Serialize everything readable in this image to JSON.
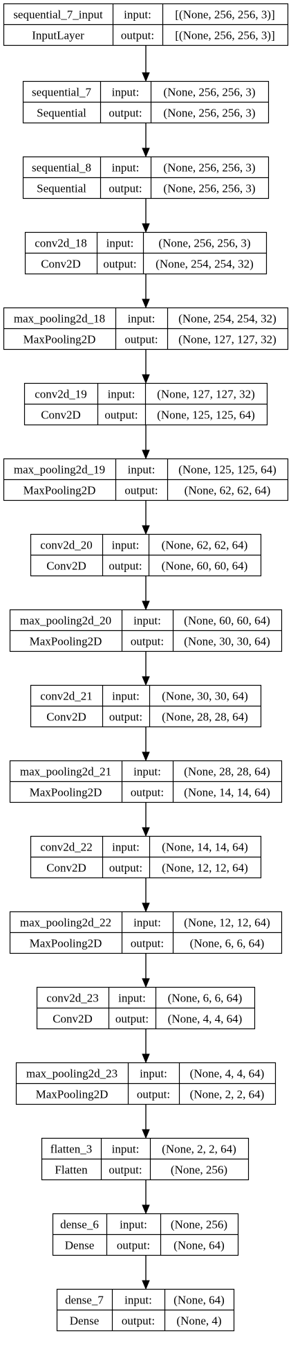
{
  "layers": [
    {
      "name": "sequential_7_input",
      "type": "InputLayer",
      "input_label": "input:",
      "output_label": "output:",
      "input": "[(None, 256, 256, 3)]",
      "output": "[(None, 256, 256, 3)]"
    },
    {
      "name": "sequential_7",
      "type": "Sequential",
      "input_label": "input:",
      "output_label": "output:",
      "input": "(None, 256, 256, 3)",
      "output": "(None, 256, 256, 3)"
    },
    {
      "name": "sequential_8",
      "type": "Sequential",
      "input_label": "input:",
      "output_label": "output:",
      "input": "(None, 256, 256, 3)",
      "output": "(None, 256, 256, 3)"
    },
    {
      "name": "conv2d_18",
      "type": "Conv2D",
      "input_label": "input:",
      "output_label": "output:",
      "input": "(None, 256, 256, 3)",
      "output": "(None, 254, 254, 32)"
    },
    {
      "name": "max_pooling2d_18",
      "type": "MaxPooling2D",
      "input_label": "input:",
      "output_label": "output:",
      "input": "(None, 254, 254, 32)",
      "output": "(None, 127, 127, 32)"
    },
    {
      "name": "conv2d_19",
      "type": "Conv2D",
      "input_label": "input:",
      "output_label": "output:",
      "input": "(None, 127, 127, 32)",
      "output": "(None, 125, 125, 64)"
    },
    {
      "name": "max_pooling2d_19",
      "type": "MaxPooling2D",
      "input_label": "input:",
      "output_label": "output:",
      "input": "(None, 125, 125, 64)",
      "output": "(None, 62, 62, 64)"
    },
    {
      "name": "conv2d_20",
      "type": "Conv2D",
      "input_label": "input:",
      "output_label": "output:",
      "input": "(None, 62, 62, 64)",
      "output": "(None, 60, 60, 64)"
    },
    {
      "name": "max_pooling2d_20",
      "type": "MaxPooling2D",
      "input_label": "input:",
      "output_label": "output:",
      "input": "(None, 60, 60, 64)",
      "output": "(None, 30, 30, 64)"
    },
    {
      "name": "conv2d_21",
      "type": "Conv2D",
      "input_label": "input:",
      "output_label": "output:",
      "input": "(None, 30, 30, 64)",
      "output": "(None, 28, 28, 64)"
    },
    {
      "name": "max_pooling2d_21",
      "type": "MaxPooling2D",
      "input_label": "input:",
      "output_label": "output:",
      "input": "(None, 28, 28, 64)",
      "output": "(None, 14, 14, 64)"
    },
    {
      "name": "conv2d_22",
      "type": "Conv2D",
      "input_label": "input:",
      "output_label": "output:",
      "input": "(None, 14, 14, 64)",
      "output": "(None, 12, 12, 64)"
    },
    {
      "name": "max_pooling2d_22",
      "type": "MaxPooling2D",
      "input_label": "input:",
      "output_label": "output:",
      "input": "(None, 12, 12, 64)",
      "output": "(None, 6, 6, 64)"
    },
    {
      "name": "conv2d_23",
      "type": "Conv2D",
      "input_label": "input:",
      "output_label": "output:",
      "input": "(None, 6, 6, 64)",
      "output": "(None, 4, 4, 64)"
    },
    {
      "name": "max_pooling2d_23",
      "type": "MaxPooling2D",
      "input_label": "input:",
      "output_label": "output:",
      "input": "(None, 4, 4, 64)",
      "output": "(None, 2, 2, 64)"
    },
    {
      "name": "flatten_3",
      "type": "Flatten",
      "input_label": "input:",
      "output_label": "output:",
      "input": "(None, 2, 2, 64)",
      "output": "(None, 256)"
    },
    {
      "name": "dense_6",
      "type": "Dense",
      "input_label": "input:",
      "output_label": "output:",
      "input": "(None, 256)",
      "output": "(None, 64)"
    },
    {
      "name": "dense_7",
      "type": "Dense",
      "input_label": "input:",
      "output_label": "output:",
      "input": "(None, 64)",
      "output": "(None, 4)"
    }
  ],
  "colors": {
    "stroke": "#000000",
    "background": "#ffffff",
    "text": "#000000"
  }
}
